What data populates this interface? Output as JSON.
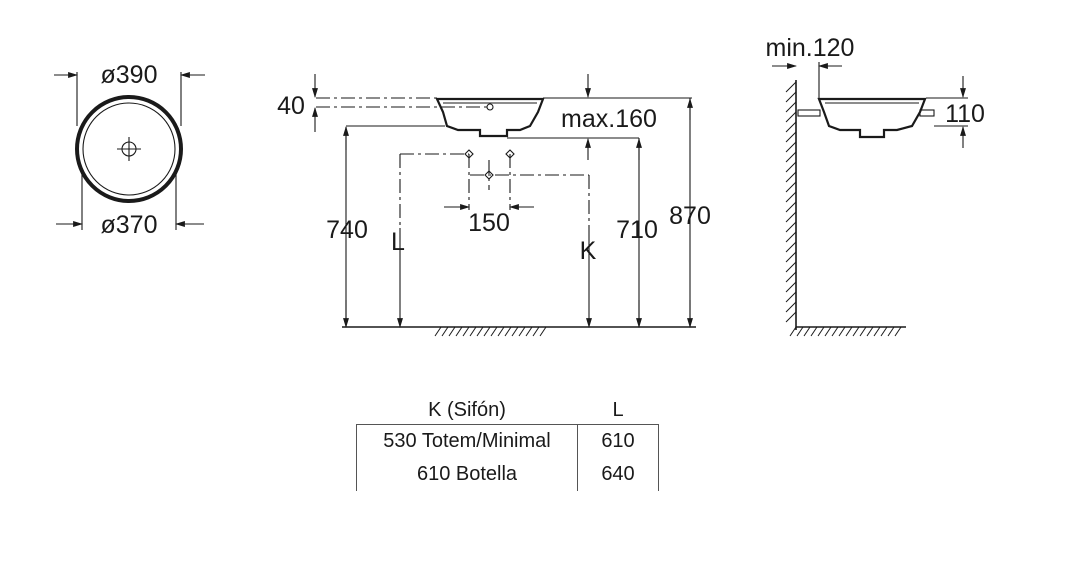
{
  "top_view": {
    "outer_diameter_label": "ø390",
    "inner_diameter_label": "ø370"
  },
  "front_view": {
    "rim_height_label": "40",
    "max_label": "max.160",
    "drain_spacing_label": "150",
    "L_label": "L",
    "K_label": "K",
    "dim_740": "740",
    "dim_710": "710",
    "dim_870": "870"
  },
  "side_view": {
    "min_label": "min.120",
    "height_label": "110"
  },
  "spec_table": {
    "headers": [
      "K (Sifón)",
      "L"
    ],
    "rows": [
      [
        "530 Totem/Minimal",
        "610"
      ],
      [
        "610 Botella",
        "640"
      ]
    ]
  }
}
